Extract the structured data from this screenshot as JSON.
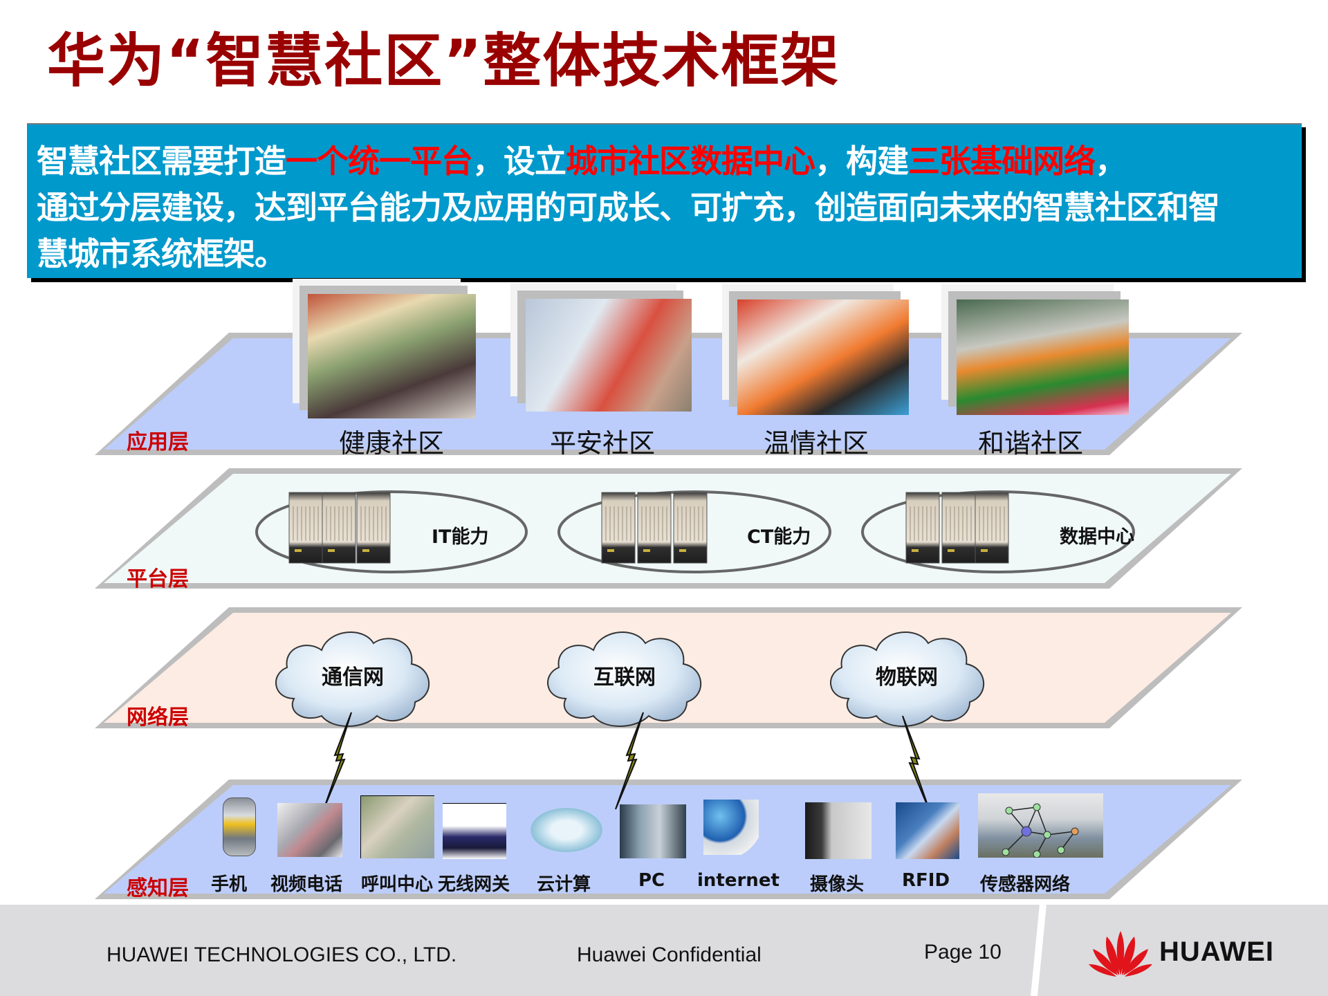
{
  "title": "华为“智慧社区”整体技术框架",
  "summary": {
    "line1": [
      {
        "text": "智慧社区需要打造",
        "highlight": false
      },
      {
        "text": "一个统一平台",
        "highlight": true
      },
      {
        "text": "，设立",
        "highlight": false
      },
      {
        "text": "城市社区数据中心",
        "highlight": true
      },
      {
        "text": "，构建",
        "highlight": false
      },
      {
        "text": "三张基础网络",
        "highlight": true
      },
      {
        "text": "，",
        "highlight": false
      }
    ],
    "line2": "通过分层建设，达到平台能力及应用的可成长、可扩充，创造面向未来的智慧社区和智",
    "line3": "慧城市系统框架。",
    "highlight_color": "#ff0000",
    "background_color": "#0099cc"
  },
  "layers": {
    "application": {
      "label": "应用层",
      "color": "#bccdfb",
      "items": [
        {
          "caption": "健康社区",
          "icon": "community-health-photo"
        },
        {
          "caption": "平安社区",
          "icon": "community-safety-photo"
        },
        {
          "caption": "温情社区",
          "icon": "community-warmth-photo"
        },
        {
          "caption": "和谐社区",
          "icon": "community-harmony-photo"
        }
      ]
    },
    "platform": {
      "label": "平台层",
      "color": "#f0f8f8",
      "items": [
        {
          "caption": "IT能力",
          "icon": "server-rack-icon"
        },
        {
          "caption": "CT能力",
          "icon": "server-rack-icon"
        },
        {
          "caption": "数据中心",
          "icon": "server-rack-icon"
        }
      ]
    },
    "network": {
      "label": "网络层",
      "color": "#fdece3",
      "items": [
        {
          "caption": "通信网",
          "icon": "cloud-icon"
        },
        {
          "caption": "互联网",
          "icon": "cloud-icon"
        },
        {
          "caption": "物联网",
          "icon": "cloud-icon"
        }
      ]
    },
    "perception": {
      "label": "感知层",
      "color": "#bccdfb",
      "items": [
        {
          "caption": "手机",
          "icon": "mobile-phone-icon"
        },
        {
          "caption": "视频电话",
          "icon": "video-phone-icon"
        },
        {
          "caption": "呼叫中心",
          "icon": "call-center-icon"
        },
        {
          "caption": "无线网关",
          "icon": "wireless-router-icon"
        },
        {
          "caption": "云计算",
          "icon": "cloud-computing-icon"
        },
        {
          "caption": "PC",
          "icon": "pc-user-icon"
        },
        {
          "caption": "internet",
          "icon": "internet-globe-icon"
        },
        {
          "caption": "摄像头",
          "icon": "camera-icon"
        },
        {
          "caption": "RFID",
          "icon": "rfid-card-icon"
        },
        {
          "caption": "传感器网络",
          "icon": "sensor-network-icon"
        }
      ]
    }
  },
  "footer": {
    "company": "HUAWEI TECHNOLOGIES CO., LTD.",
    "confidential": "Huawei Confidential",
    "page": "Page 10",
    "logo_text": "HUAWEI",
    "logo_color": "#e1141b"
  }
}
